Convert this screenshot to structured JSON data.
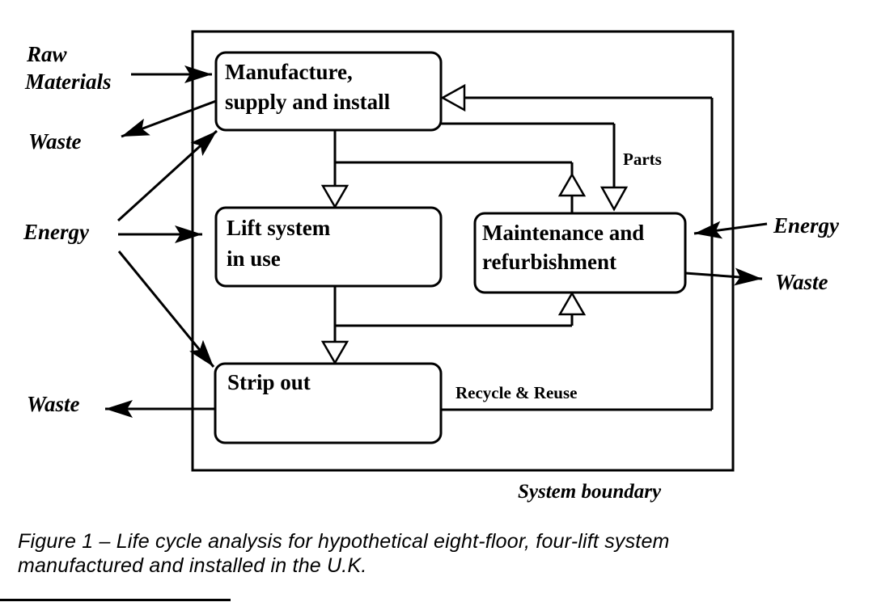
{
  "diagram": {
    "boundary_label": "System boundary",
    "boxes": {
      "manufacture": [
        "Manufacture,",
        "supply and install"
      ],
      "lift_in_use": [
        "Lift system",
        "in use"
      ],
      "maintenance": [
        "Maintenance and",
        "refurbishment"
      ],
      "strip_out": [
        "Strip out"
      ]
    },
    "flow_labels": {
      "parts": "Parts",
      "recycle": "Recycle & Reuse"
    },
    "external": {
      "raw_materials": [
        "Raw",
        "Materials"
      ],
      "waste_top_left": "Waste",
      "energy_left": "Energy",
      "energy_right": "Energy",
      "waste_right": "Waste",
      "waste_bottom_left": "Waste"
    },
    "line_color": "#000000",
    "background": "#ffffff"
  },
  "caption": {
    "line1": "Figure 1 – Life cycle analysis for hypothetical eight-floor, four-lift system",
    "line2": "manufactured and installed in the U.K."
  }
}
